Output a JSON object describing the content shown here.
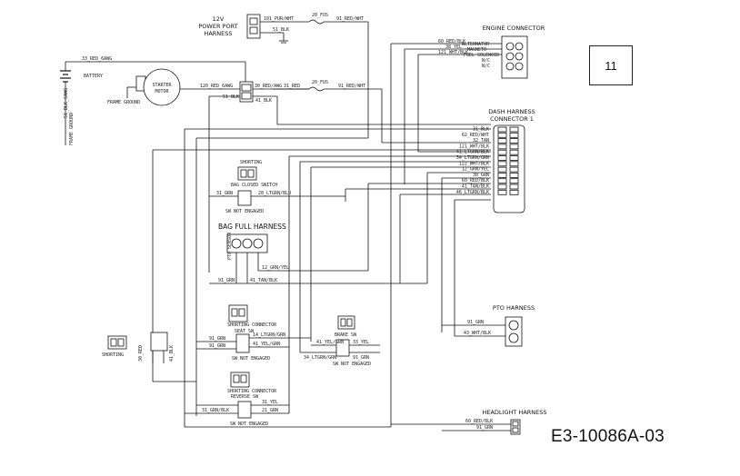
{
  "page_number": "11",
  "drawing_id": "E3-10086A-03",
  "components": {
    "power_port": {
      "title_line1": "12V",
      "title_line2": "POWER PORT",
      "title_line3": "HARNESS"
    },
    "engine_connector": {
      "title": "ENGINE CONNECTOR",
      "pins": [
        "ALTERNATOR",
        "MAGNETO",
        "FUEL SOLENOID",
        "N/C",
        "N/C"
      ]
    },
    "dash_harness": {
      "title_line1": "DASH HARNESS",
      "title_line2": "CONNECTOR 1"
    },
    "starter_motor": {
      "label_line1": "STARTER",
      "label_line2": "MOTOR"
    },
    "battery": {
      "label": "BATTERY"
    },
    "bag_full_harness": {
      "title": "BAG FULL HARNESS"
    },
    "pto_harness": {
      "title": "PTO HARNESS"
    },
    "headlight_harness": {
      "title": "HEADLIGHT HARNESS"
    },
    "switch_notes": [
      "SW NOT ENGAGED",
      "SW NOT ENGAGED",
      "SW NOT ENGAGED",
      "SW NOT ENGAGED"
    ]
  },
  "wire_labels": {
    "power_port_1": "101_PUR/WHT",
    "power_port_2": "91_RED/WHT",
    "power_port_3": "51_BLK",
    "fuse_1": "20_FUS",
    "fuse_2": "20_FUS",
    "battery_wire": "33_RED_6AWG",
    "starter_wire": "120_RED_6AWG",
    "start_wire_2": "30_RED/AWG",
    "ground_wire": "51_BLK",
    "starter_sol": "41_BLK",
    "dash_wire_1": "31_RED",
    "dash_wire_2": "91_RED/WHT",
    "eng_1": "60_RED/BLK",
    "eng_2": "38_YEL",
    "eng_3": "121_WHT/BLK",
    "dash_1": "31_BLK",
    "dash_2": "62_RED/WHT",
    "dash_3": "32_TAN",
    "dash_4": "121_WHT/BLK",
    "dash_5": "41_LTGRN/BLK",
    "dash_6": "34_LTGRN/GRN",
    "dash_7": "122_WHT/BLK",
    "dash_8": "12_GRN/YEL",
    "dash_9": "30_GRN",
    "dash_10": "60_RED/BLK",
    "dash_11": "41_TAN/BLK",
    "dash_12": "46_LTGRN/BLK",
    "bag_1": "31_GRN",
    "bag_2": "28_LTGRN/BLU",
    "bag_3": "12_GRN/YEL",
    "bag_4": "91_GRN",
    "bag_5": "41_TAN/BLK",
    "seat_1": "91_GRN",
    "seat_2": "14_LTGRN/GRN",
    "seat_3": "91_GRN",
    "seat_4": "41_YEL/GRN",
    "brake_1": "41_YEL/GRN",
    "brake_2": "33_YEL",
    "brake_3": "34_LTGRN/GRN",
    "brake_4": "91_GRN",
    "rev_1": "31_YEL",
    "rev_2": "31_GRN/BLK",
    "rev_3": "21_GRN",
    "pto_1": "91_GRN",
    "pto_2": "43_WHT/BLK",
    "head_1": "60_RED/BLK",
    "head_2": "91_GRN"
  }
}
